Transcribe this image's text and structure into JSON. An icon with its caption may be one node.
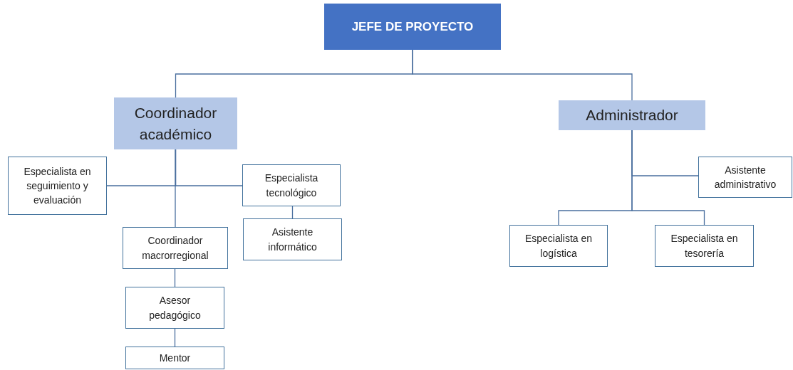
{
  "diagram": {
    "nodes": [
      {
        "text": [
          "JEFE DE PROYECTO"
        ]
      },
      {
        "text": [
          "Coordinador académico"
        ]
      },
      {
        "text": [
          "Administrador"
        ]
      },
      {
        "text": [
          "Especialista en seguimiento y evaluación"
        ]
      },
      {
        "text": [
          "Especialista tecnológico"
        ]
      },
      {
        "text": [
          "Asistente informático"
        ]
      },
      {
        "text": [
          "Coordinador macrorregional"
        ]
      },
      {
        "text": [
          "Asesor pedagógico"
        ]
      },
      {
        "text": [
          "Mentor"
        ]
      },
      {
        "text": [
          "Asistente administrativo"
        ]
      },
      {
        "text": [
          "Especialista en logística"
        ]
      },
      {
        "text": [
          "Especialista en tesorería"
        ]
      }
    ],
    "edges": [
      {
        "from": 0,
        "to": 1,
        "arrow": "none"
      },
      {
        "from": 0,
        "to": 2,
        "arrow": "none"
      },
      {
        "from": 1,
        "to": 3,
        "arrow": "none"
      },
      {
        "from": 1,
        "to": 4,
        "arrow": "none"
      },
      {
        "from": 1,
        "to": 6,
        "arrow": "none"
      },
      {
        "from": 4,
        "to": 5,
        "arrow": "none"
      },
      {
        "from": 6,
        "to": 7,
        "arrow": "none"
      },
      {
        "from": 7,
        "to": 8,
        "arrow": "none"
      },
      {
        "from": 2,
        "to": 9,
        "arrow": "none"
      },
      {
        "from": 2,
        "to": 10,
        "arrow": "none"
      },
      {
        "from": 2,
        "to": 11,
        "arrow": "none"
      }
    ]
  }
}
